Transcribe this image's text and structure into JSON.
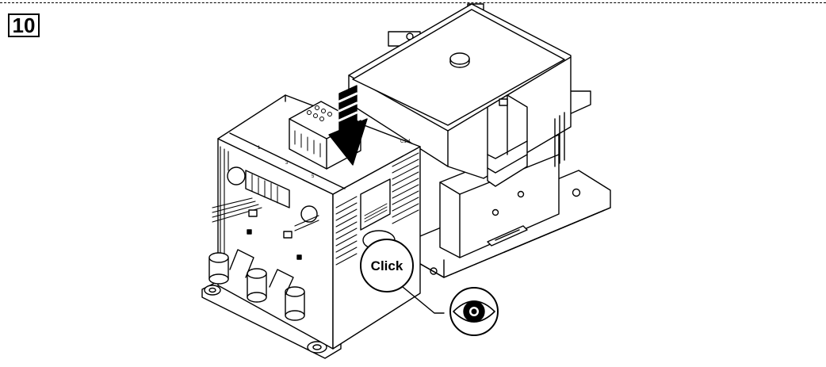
{
  "step": {
    "number": "10"
  },
  "callout": {
    "label": "Click"
  },
  "module_markings": {
    "top_label": "C1 4",
    "side_label_1": "1",
    "side_label_2": "3",
    "side_label_3": "5"
  },
  "colors": {
    "ink": "#000000",
    "paper": "#ffffff",
    "shade": "#e8e8e8"
  }
}
